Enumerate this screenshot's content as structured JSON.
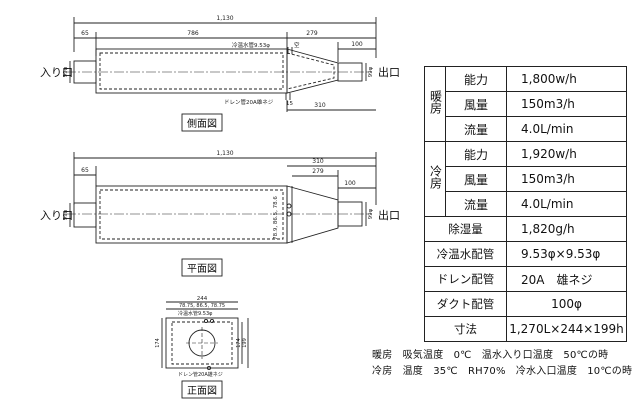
{
  "side_view": {
    "title": "側面図",
    "inlet_label": "入り口",
    "outlet_label": "出口",
    "dim_total": "1,130",
    "dim_left": "65",
    "dim_mid": "786",
    "dim_taper": "279",
    "dim_right": "100",
    "dim_lower": "310",
    "dim_small": "15",
    "dia_in": "99φ",
    "dia_out": "99φ",
    "note_pipe": "冷温水管9.53φ",
    "note_sora": "空",
    "note_drain": "ドレン管20A雄ネジ"
  },
  "plan_view": {
    "title": "平面図",
    "inlet_label": "入り口",
    "outlet_label": "出口",
    "dim_total": "1,130",
    "dim_left": "65",
    "dim_310": "310",
    "dim_279": "279",
    "dim_100": "100",
    "dim_vertical": "78.9, 86.5, 78.6",
    "dia_in": "99φ",
    "dia_out": "99φ"
  },
  "front_view": {
    "title": "正面図",
    "dim_244": "244",
    "dim_row": "78.75, 86.5, 78.75",
    "note_pipe": "冷温水管9.53φ",
    "dim_174": "174",
    "dim_199": "199",
    "note_drain": "ドレン管20A雄ネジ"
  },
  "spec": {
    "heating_label": "暖房",
    "cooling_label": "冷房",
    "heating": [
      {
        "label": "能力",
        "value": "1,800w/h"
      },
      {
        "label": "風量",
        "value": "150m3/h"
      },
      {
        "label": "流量",
        "value": "4.0L/min"
      }
    ],
    "cooling": [
      {
        "label": "能力",
        "value": "1,920w/h"
      },
      {
        "label": "風量",
        "value": "150m3/h"
      },
      {
        "label": "流量",
        "value": "4.0L/min"
      }
    ],
    "dehum_label": "除湿量",
    "dehum_value": "1,820g/h",
    "pipe_label": "冷温水配管",
    "pipe_value": "9.53φ×9.53φ",
    "drain_label": "ドレン配管",
    "drain_value": "20A　雄ネジ",
    "duct_label": "ダクト配管",
    "duct_value": "100φ",
    "size_label": "寸法",
    "size_value": "1,270L×244×199h"
  },
  "notes": {
    "heating": "暖房　吸気温度　0℃　温水入り口温度　50℃の時",
    "cooling": "冷房　温度　35℃　RH70%　冷水入口温度　10℃の時"
  }
}
